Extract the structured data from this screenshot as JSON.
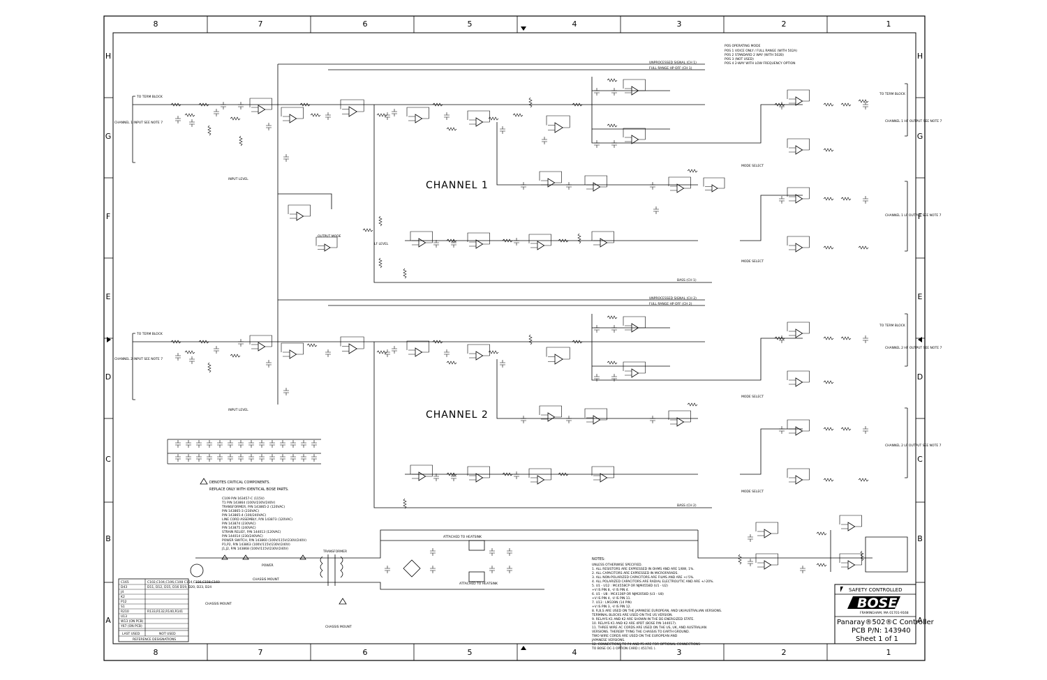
{
  "frame": {
    "columns": [
      "8",
      "7",
      "6",
      "5",
      "4",
      "3",
      "2",
      "1"
    ],
    "rows": [
      "H",
      "G",
      "F",
      "E",
      "D",
      "C",
      "B",
      "A"
    ]
  },
  "channels": {
    "ch1": "CHANNEL 1",
    "ch2": "CHANNEL 2"
  },
  "labels": {
    "input_level": "INPUT LEVEL",
    "output_mode": "OUTPUT MODE",
    "lf_level": "LF LEVEL",
    "mode_select": "MODE SELECT",
    "chassis_mount": "CHASSIS MOUNT",
    "power": "POWER",
    "transformer": "TRANSFORMER",
    "ch1_input": "CHANNEL 1 INPUT SEE NOTE 7",
    "ch2_input": "CHANNEL 2 INPUT SEE NOTE 7",
    "ch1_hf_output": "CHANNEL 1 HF OUTPUT SEE NOTE 7",
    "ch1_lf_output": "CHANNEL 1 LF OUTPUT SEE NOTE 7",
    "ch2_hf_output": "CHANNEL 2 HF OUTPUT SEE NOTE 7",
    "ch2_lf_output": "CHANNEL 2 LF OUTPUT SEE NOTE 7",
    "to_term_block": "TO TERM BLOCK",
    "unprocessed_ch1": "UNPROCESSED SIGNAL (CH 1)",
    "full_range_ch1": "FULL RANGE HP OFF (CH 1)",
    "bass_ch1": "BASS (CH 1)",
    "unprocessed_ch2": "UNPROCESSED SIGNAL (CH 2)",
    "full_range_ch2": "FULL RANGE HP OFF (CH 2)",
    "bass_ch2": "BASS (CH 2)",
    "attached_to_heatsink": "ATTACHED TO HEATSINK"
  },
  "pos_operating_mode": {
    "title": "POS OPERATING MODE",
    "lines": [
      "POS 1 VOICE ONLY / FULL RANGE (WITH 502A)",
      "POS 2 STANDARD 2 WAY (WITH 502B)",
      "POS 3 (NOT USED)",
      "POS 4 2-WAY WITH LOW FREQUENCY OPTION"
    ]
  },
  "critical": {
    "line1": "DENOTES CRITICAL COMPONENTS.",
    "line2": "REPLACE ONLY WITH IDENTICAL BOSE PARTS.",
    "parts": [
      "C109  P/N 163457-C (115V)",
      "T1    P/N 143864 (100V/230V/240V)",
      "TRANSFORMER, P/N 143865-2 (120VAC)",
      "      P/N 143865-3 (230VAC)",
      "      P/N 143865-4 (100/240VAC)",
      "LINE CORD ASSEMBLY, P/N 143873 (120VAC)",
      "      P/N 143874 (230VAC)",
      "      P/N 143875 (240VAC)",
      "STRAIN RELIEF, P/N 144013 (120VAC)",
      "      P/N 144014 (230/240VAC)",
      "POWER SWITCH, P/N 143860 (100V/115V/230V/240V)",
      "P1,P2, P/N 143863 (100V/115V/230V/240V)",
      "J1,J2, P/N 143868 (100V/115V/230V/240V)"
    ]
  },
  "notes": {
    "title": "NOTES:",
    "lines": [
      "UNLESS OTHERWISE SPECIFIED.",
      "1. ALL RESISTORS ARE EXPRESSED IN OHMS AND ARE 1/8W, 1%.",
      "2. ALL CAPACITORS ARE EXPRESSED IN MICROFARADS.",
      "3. ALL NON-POLARIZED CAPACITORS ARE FILMS AND ARE +/-5%.",
      "4. ALL POLARIZED CAPACITORS ARE RADIAL ELECTROLYTIC AND ARE +/-20%.",
      "5. U1 - U12 : MC4558CP OR NJM4558D (U1 - U2)",
      "   +V IS PIN 8, -V IS PIN 4.",
      "6. U1 - U8 : MC4136P OR NJM2058D (U3 - U8)",
      "   +V IS PIN 4, -V IS PIN 11.",
      "7. U13 : LM339N (14 PIN)",
      "   +V IS PIN 3, -V IS PIN 12.",
      "8. R,B,S ARE USED ON THE JAPANESE EUROPEAN, AND UK/AUSTRALIAN VERSIONS.",
      "   TERMINAL BLOCKS ARE USED ON THE US VERSION.",
      "9. RELAYS K1 AND K2 ARE SHOWN IN THE DE-ENERGIZED STATE.",
      "10. RELAYS K1 AND K2 ARE 4PDT (BOSE P/N 144017).",
      "11. THREE WIRE AC CORDS ARE USED ON THE US, UK, AND AUSTRALIAN",
      "    VERSIONS. THEREBY TYING THE CHASSIS TO EARTH GROUND.",
      "    TWO WIRE CORDS ARE USED ON THE EUROPEAN AND",
      "    JAPANESE VERSIONS.",
      "12. CONNECTIONS TO P4 AND P5 ARE FOR OPTIONAL CONNECTIONS",
      "    TO BOSE OC-1 OPTION CARD ( 451741 )."
    ]
  },
  "not_used_table": {
    "headers": [
      "LAST USED",
      "NOT USED"
    ],
    "footer": "REFERENCE DESIGNATIONS",
    "rows": [
      [
        "C165",
        "C102,C104,C106,C108 C154,C156,C158,C160"
      ],
      [
        "D43",
        "D11, D12, D15, D16 D19, D20, D23, D24"
      ],
      [
        "J4",
        ""
      ],
      [
        "K2",
        ""
      ],
      [
        "P12",
        ""
      ],
      [
        "S1",
        ""
      ],
      [
        "R210",
        "R133,R132,R140,R141"
      ],
      [
        "U13",
        ""
      ],
      [
        "W13 (ON PCB)",
        ""
      ],
      [
        "Y67 (ON PCB)",
        ""
      ]
    ]
  },
  "title_block": {
    "safety": "SAFETY CONTROLLED",
    "logo": "BOSE",
    "address": "FRAMINGHAM, MA 01701-9168",
    "product": "Panaray®502®C Controller",
    "pcb": "PCB P/N: 143940",
    "sheet": "Sheet 1 of 1"
  }
}
